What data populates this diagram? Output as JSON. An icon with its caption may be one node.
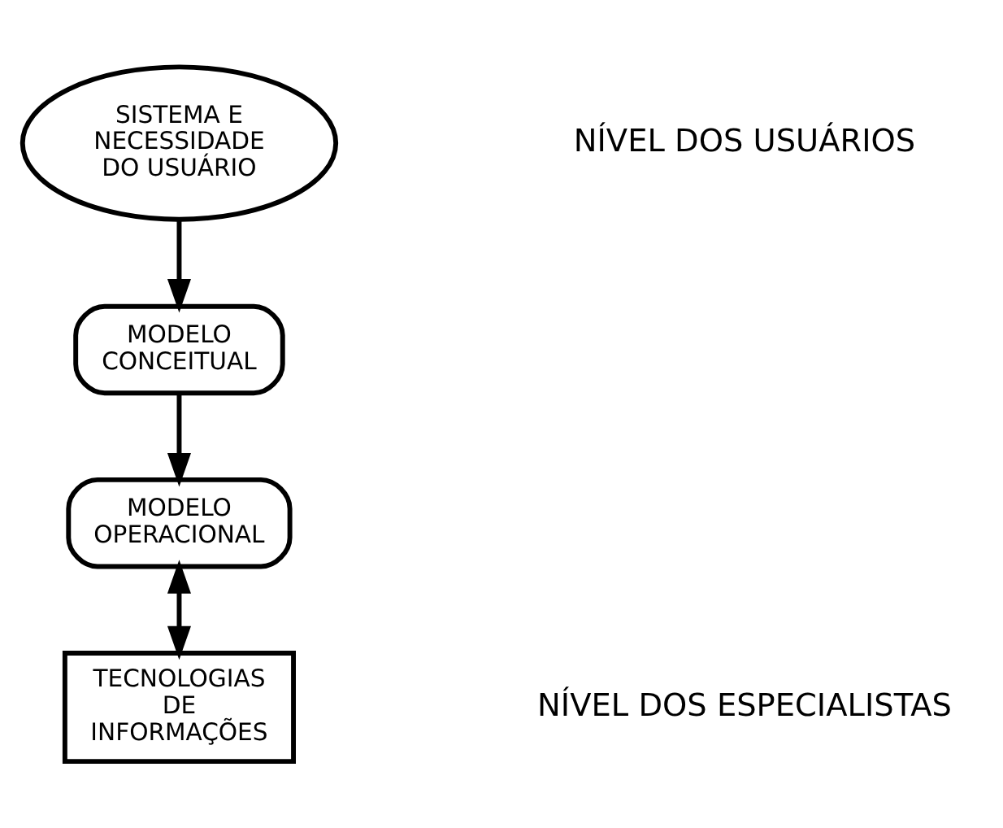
{
  "diagram": {
    "nodes": [
      {
        "text": [
          "SISTEMA E NECESSIDADE DO USUÁRIO"
        ]
      },
      {
        "text": [
          "MODELO CONCEITUAL"
        ]
      },
      {
        "text": [
          "MODELO OPERACIONAL"
        ]
      },
      {
        "text": [
          "TECNOLOGIAS DE INFORMAÇÕES"
        ]
      }
    ],
    "edges": [
      {
        "from": 0,
        "to": 1,
        "arrow": "to"
      },
      {
        "from": 1,
        "to": 2,
        "arrow": "to"
      },
      {
        "from": 2,
        "to": 3,
        "arrow": "both"
      }
    ],
    "labels": [
      "NÍVEL DOS USUÁRIOS",
      "NÍVEL DOS ESPECIALISTAS"
    ]
  }
}
